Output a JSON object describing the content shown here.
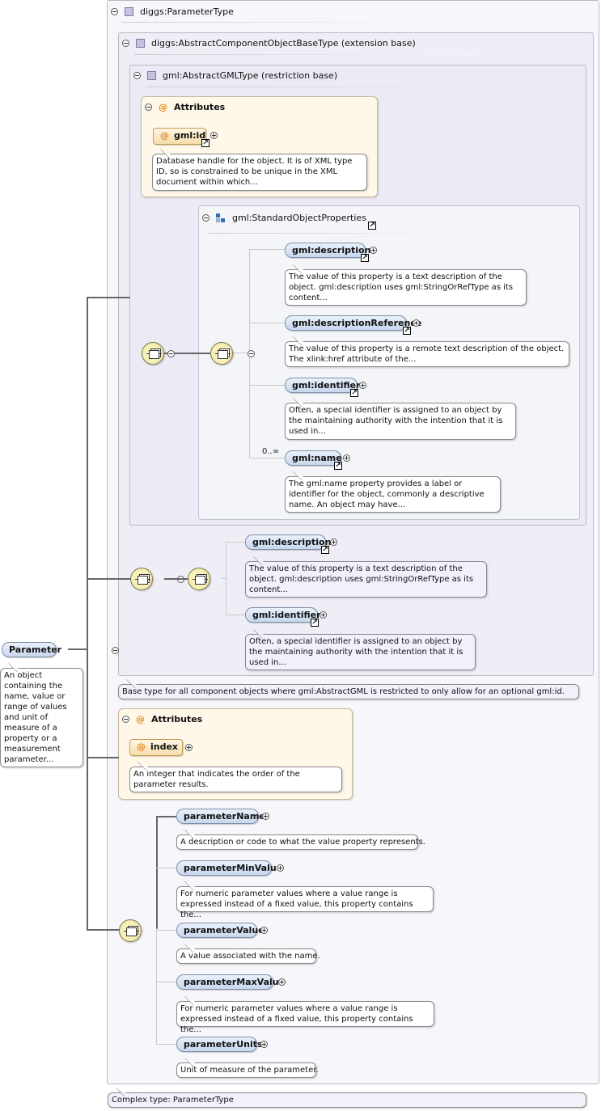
{
  "colors": {
    "type_bg": "#f7f6fb",
    "attr_bg": "#fff8e9",
    "pill_blue": "#c8d7ee",
    "pill_attr": "#f5dcab",
    "seq_node": "#efe49a"
  },
  "root": {
    "label": "Parameter",
    "doc": "An object containing the name, value or range of values and unit of measure of a property or a measurement parameter..."
  },
  "parameter_type": {
    "title": "diggs:ParameterType",
    "footer": "Complex type: ParameterType"
  },
  "base_type": {
    "title": "diggs:AbstractComponentObjectBaseType (extension base)",
    "doc": "Base type for all component objects where gml:AbstractGML is restricted to only allow for an optional gml:id."
  },
  "gml_type": {
    "title": "gml:AbstractGMLType (restriction base)"
  },
  "gml_attributes": {
    "title": "Attributes",
    "attr_name": "gml:id",
    "attr_doc": "Database handle for the object. It is of XML type ID, so is constrained to be unique in the XML document within which..."
  },
  "std_props": {
    "title": "gml:StandardObjectProperties",
    "elements": [
      {
        "name": "gml:description",
        "doc": "The value of this property is a text description of the object. gml:description uses gml:StringOrRefType as its content..."
      },
      {
        "name": "gml:descriptionReference",
        "doc": "The value of this property is a remote text description of the object. The xlink:href attribute of the..."
      },
      {
        "name": "gml:identifier",
        "doc": "Often, a special identifier is assigned to an object by the maintaining authority with the intention that it is used in..."
      },
      {
        "name": "gml:name",
        "doc": "The gml:name property provides a label or identifier for the object, commonly a descriptive name. An object may have...",
        "card": "0..∞"
      }
    ]
  },
  "base_elements": [
    {
      "name": "gml:description",
      "doc": "The value of this property is a text description of the object. gml:description uses gml:StringOrRefType as its content..."
    },
    {
      "name": "gml:identifier",
      "doc": "Often, a special identifier is assigned to an object by the maintaining authority with the intention that it is used in..."
    }
  ],
  "param_attributes": {
    "title": "Attributes",
    "attr_name": "index",
    "attr_doc": "An integer that indicates the order of the parameter results."
  },
  "param_elements": [
    {
      "name": "parameterName",
      "doc": "A description or code to what the value property represents."
    },
    {
      "name": "parameterMinValue",
      "doc": "For numeric parameter values where a value range is expressed instead of a fixed value, this property contains the..."
    },
    {
      "name": "parameterValue",
      "doc": "A value associated with the name."
    },
    {
      "name": "parameterMaxValue",
      "doc": "For numeric parameter values where a value range is expressed instead of a fixed value, this property contains the..."
    },
    {
      "name": "parameterUnits",
      "doc": "Unit of measure of the parameter."
    }
  ],
  "icons": {
    "collapse": "minus-circle-icon",
    "expand": "plus-circle-icon",
    "reference": "reference-arrow-icon",
    "sequence": "sequence-compositor-icon",
    "complex_type": "complex-type-icon",
    "attribute": "attribute-at-icon",
    "group": "group-icon"
  }
}
